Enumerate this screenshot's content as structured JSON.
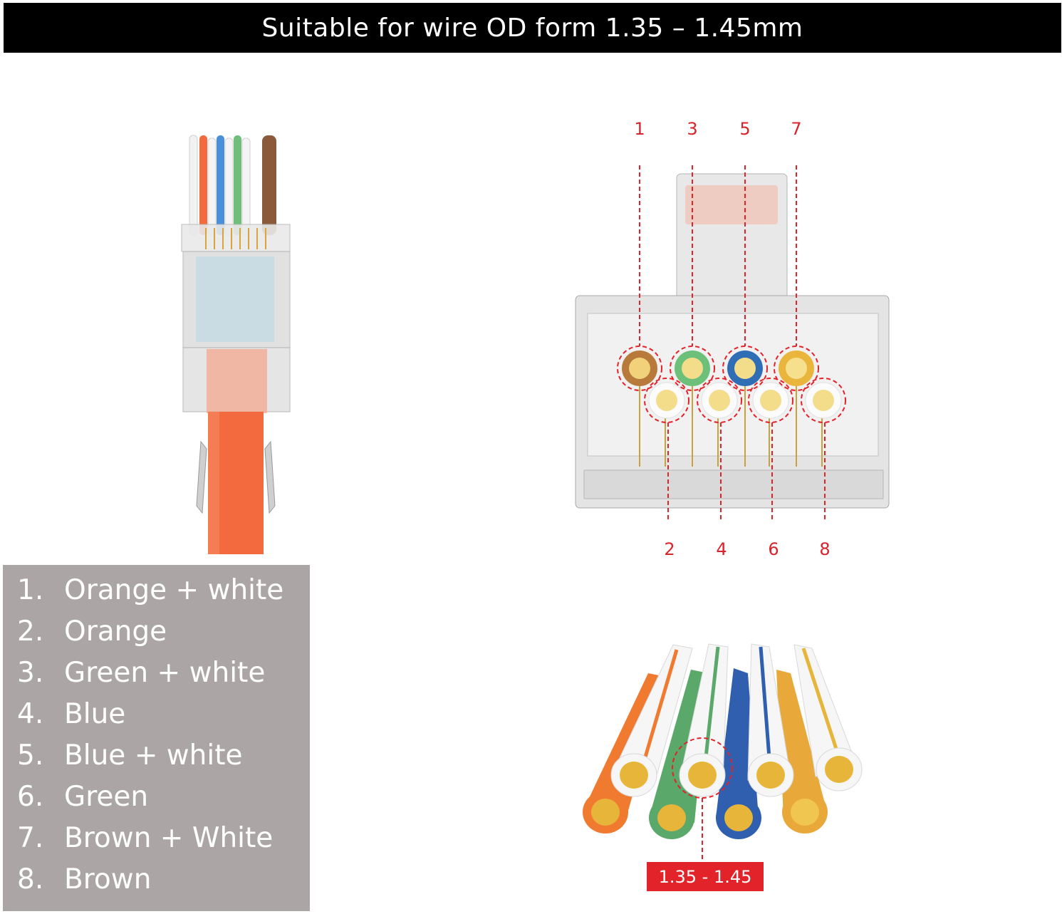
{
  "header": {
    "title": "Suitable for wire OD form 1.35 – 1.45mm"
  },
  "legend": {
    "items": [
      {
        "num": "1.",
        "label": "Orange + white"
      },
      {
        "num": "2.",
        "label": "Orange"
      },
      {
        "num": "3.",
        "label": "Green + white"
      },
      {
        "num": "4.",
        "label": "Blue"
      },
      {
        "num": "5.",
        "label": "Blue + white"
      },
      {
        "num": "6.",
        "label": "Green"
      },
      {
        "num": "7.",
        "label": "Brown + White"
      },
      {
        "num": "8.",
        "label": "Brown"
      }
    ]
  },
  "pins": {
    "top": [
      "1",
      "3",
      "5",
      "7"
    ],
    "bottom": [
      "2",
      "4",
      "6",
      "8"
    ]
  },
  "wire_bundle": {
    "od_label": "1.35 - 1.45"
  },
  "colors": {
    "accent_red": "#e2232a",
    "orange": "#f26a3d",
    "green": "#5aa86a",
    "blue": "#2f6db5",
    "brown": "#8a5a3a",
    "gold": "#e6b53c",
    "legend_bg": "#aba6a5"
  }
}
